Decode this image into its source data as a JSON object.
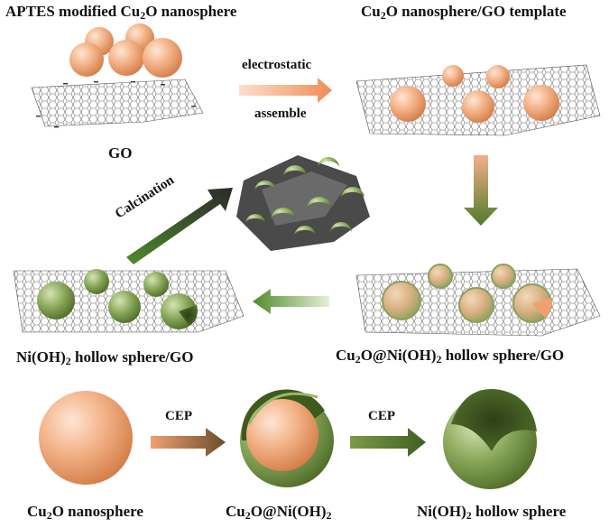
{
  "labels": {
    "aptes": {
      "pre": "APTES modified Cu",
      "sub": "2",
      "post": "O nanosphere"
    },
    "template": {
      "pre": "Cu",
      "sub": "2",
      "post": "O nanosphere/GO template"
    },
    "go": "GO",
    "electrostatic": "electrostatic",
    "assemble": "assemble",
    "calcination": "Calcination",
    "ni_go": {
      "pre": "Ni(OH)",
      "sub": "2",
      "post": " hollow sphere/GO"
    },
    "cu_ni_go": {
      "pre": "Cu",
      "sub": "2",
      "mid": "O@Ni(OH)",
      "sub2": "2",
      "post": " hollow sphere/GO"
    },
    "cep1": "CEP",
    "cep2": "CEP",
    "cu2o": {
      "pre": "Cu",
      "sub": "2",
      "post": "O nanosphere"
    },
    "cu_ni": {
      "pre": "Cu",
      "sub": "2",
      "mid": "O@Ni(OH)",
      "sub2": "2"
    },
    "ni_hollow": {
      "pre": "Ni(OH)",
      "sub": "2",
      "post": " hollow sphere"
    }
  },
  "colors": {
    "cu2o": "#f0a070",
    "nioh": "#6f8f3c",
    "go_sheet": "#555555",
    "arrow_orange": "#f2a77b",
    "arrow_green": "#4f7a2c"
  }
}
